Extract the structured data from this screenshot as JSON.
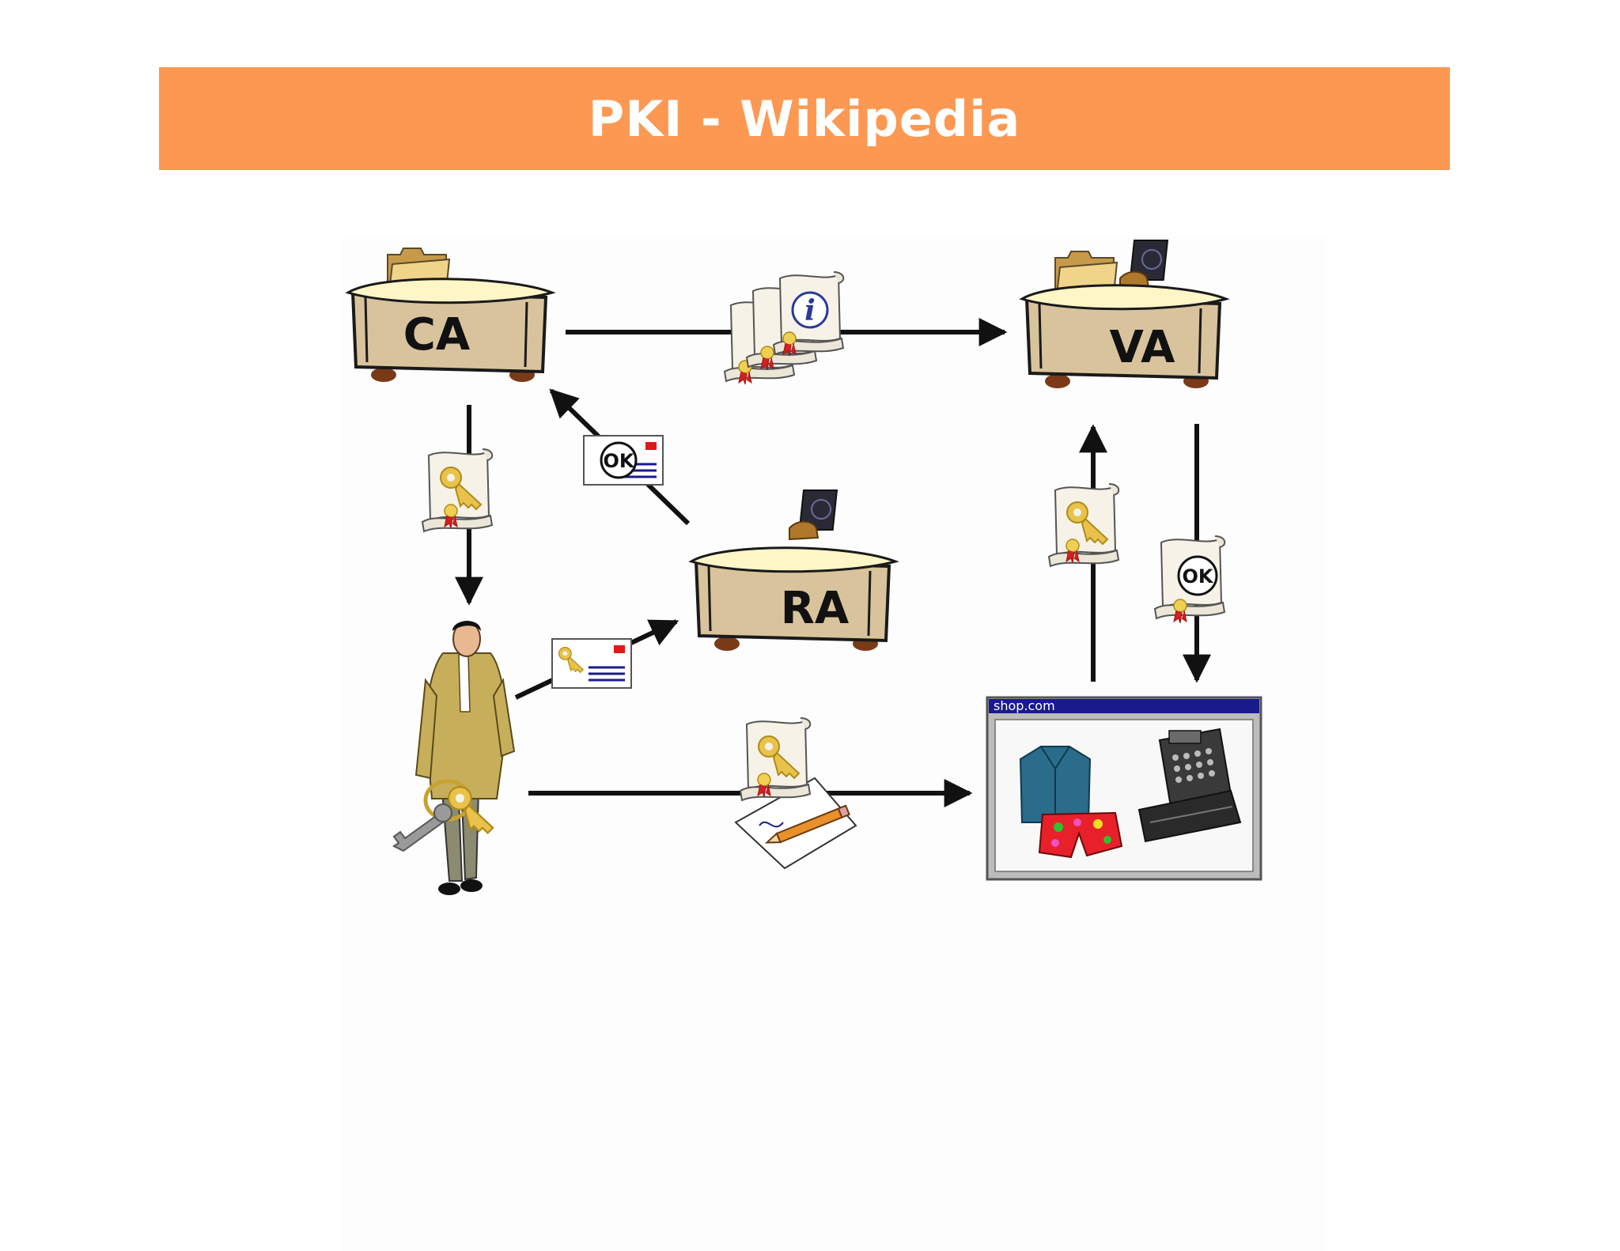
{
  "title": "PKI - Wikipedia",
  "colors": {
    "banner": "#fd9853",
    "desk_body": "#d8c39c",
    "desk_top": "#fff6c8",
    "arrow": "#111111",
    "window_titlebar": "#1a1a8c"
  },
  "nodes": {
    "ca": "CA",
    "va": "VA",
    "ra": "RA",
    "shop_window_title": "shop.com"
  },
  "badges": {
    "ok": "OK",
    "info": "i",
    "seal": "OK"
  },
  "icons": [
    "folder-icon",
    "stamp-icon",
    "certificate-icon",
    "key-icon",
    "envelope-icon",
    "person-icon",
    "keyring-icon",
    "shirt-icon",
    "shorts-icon",
    "cash-register-icon",
    "pencil-icon"
  ]
}
